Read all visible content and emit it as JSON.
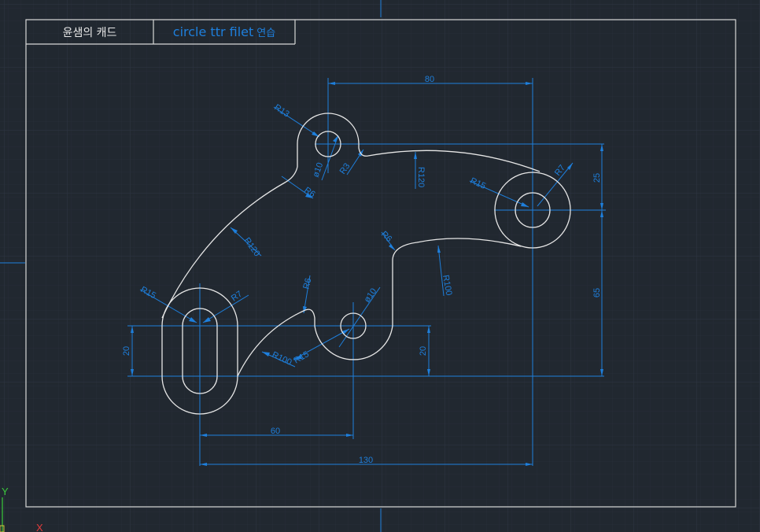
{
  "title_block": {
    "author": "윤샘의 캐드",
    "exercise": "circle ttr filet",
    "exercise_suffix": "연습"
  },
  "dimensions": {
    "d80": "80",
    "d25": "25",
    "d65": "65",
    "d20_left": "20",
    "d20_right": "20",
    "d60": "60",
    "d130": "130",
    "r13": "R13",
    "phi10_top": "ø10",
    "r6_top": "R6",
    "r3": "R3",
    "r120_top": "R120",
    "r15_right": "R15",
    "r7_right": "R7",
    "r120_left": "R120",
    "r6_mid": "R6",
    "r100_right": "R100",
    "r15_left": "R15",
    "r7_left": "R7",
    "r6_low": "R6",
    "phi10_low": "ø10",
    "r100_low": "R100",
    "r15_low": "R15"
  },
  "ucs": {
    "y_label": "Y",
    "x_label": "X"
  },
  "colors": {
    "background": "#212830",
    "grid": "#2c3440",
    "geometry": "#e6e6e6",
    "dimension": "#1e7fdc",
    "frame": "#d8d8d8"
  }
}
